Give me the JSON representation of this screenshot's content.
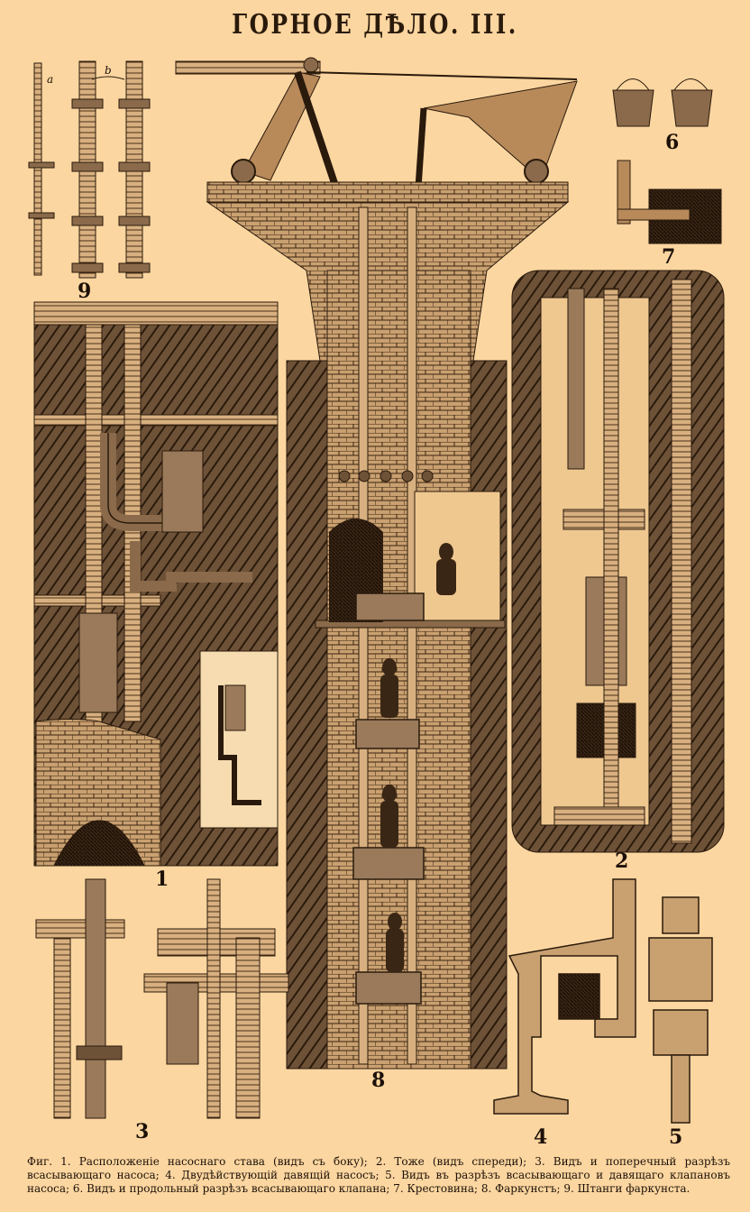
{
  "plate": {
    "title": "ГОРНОЕ ДѢЛО. III."
  },
  "figures": {
    "fig1": "1",
    "fig2": "2",
    "fig3": "3",
    "fig4": "4",
    "fig5": "5",
    "fig6": "6",
    "fig7": "7",
    "fig8": "8",
    "fig9": "9"
  },
  "labels": {
    "a": "a",
    "b": "b"
  },
  "caption": "Фиг. 1. Расположеніе насоснаго става (видъ съ боку); 2. Тоже (видъ спереди); 3. Видъ и поперечный разрѣзъ всасывающаго насоса; 4. Двудѣйствующій давящій насосъ; 5. Видъ въ разрѣзъ всасывающаго и давящаго клапановъ насоса; 6. Видъ и продольный разрѣзъ всасывающаго клапана; 7. Крестовина; 8. Фаркунстъ; 9. Штанги фаркунста.",
  "colors": {
    "paper": "#fcd6a0",
    "ink": "#2a1a0c",
    "hatch": "#7a5a3a"
  }
}
